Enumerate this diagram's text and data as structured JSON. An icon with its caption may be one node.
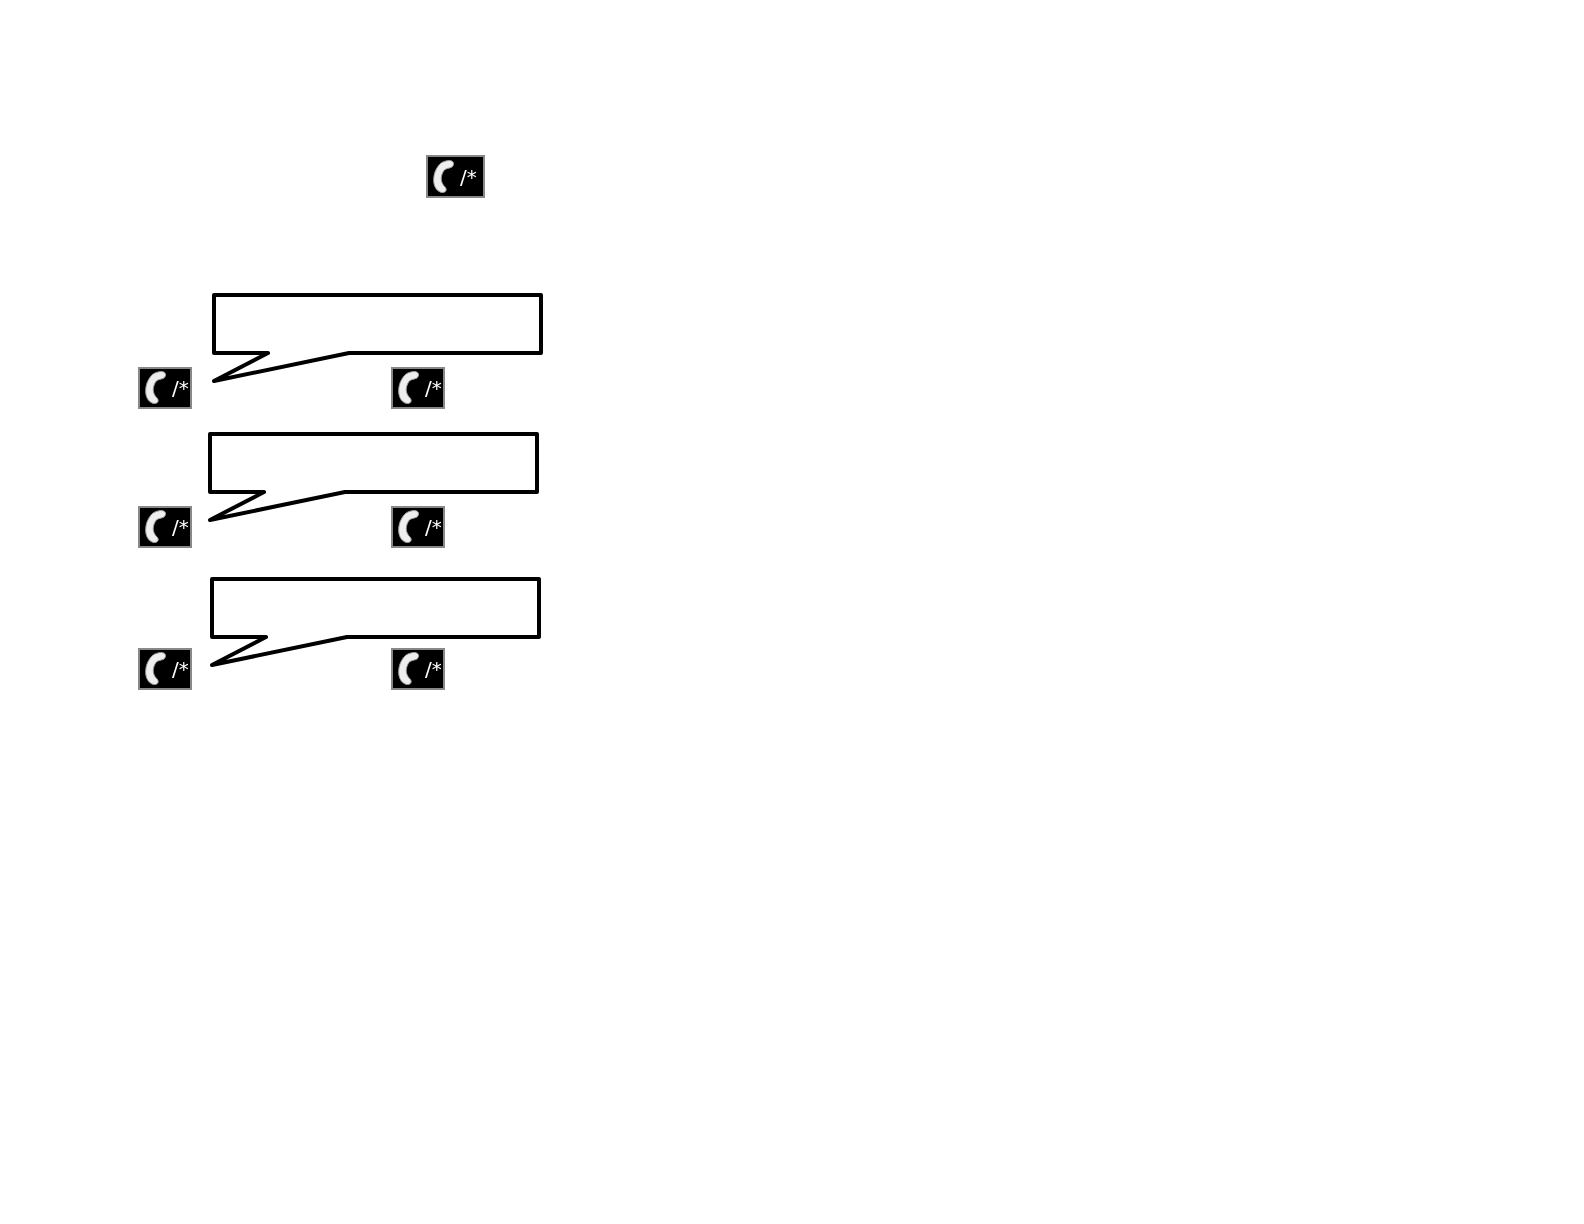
{
  "diagram": {
    "nodes": [
      {
        "text": [
          "/*"
        ]
      },
      {
        "text": [],
        "shape": "callout"
      },
      {
        "text": [
          "/*"
        ]
      },
      {
        "text": [
          "/*"
        ]
      },
      {
        "text": [],
        "shape": "callout"
      },
      {
        "text": [
          "/*"
        ]
      },
      {
        "text": [
          "/*"
        ]
      },
      {
        "text": [],
        "shape": "callout"
      },
      {
        "text": [
          "/*"
        ]
      },
      {
        "text": [
          "/*"
        ]
      }
    ]
  }
}
